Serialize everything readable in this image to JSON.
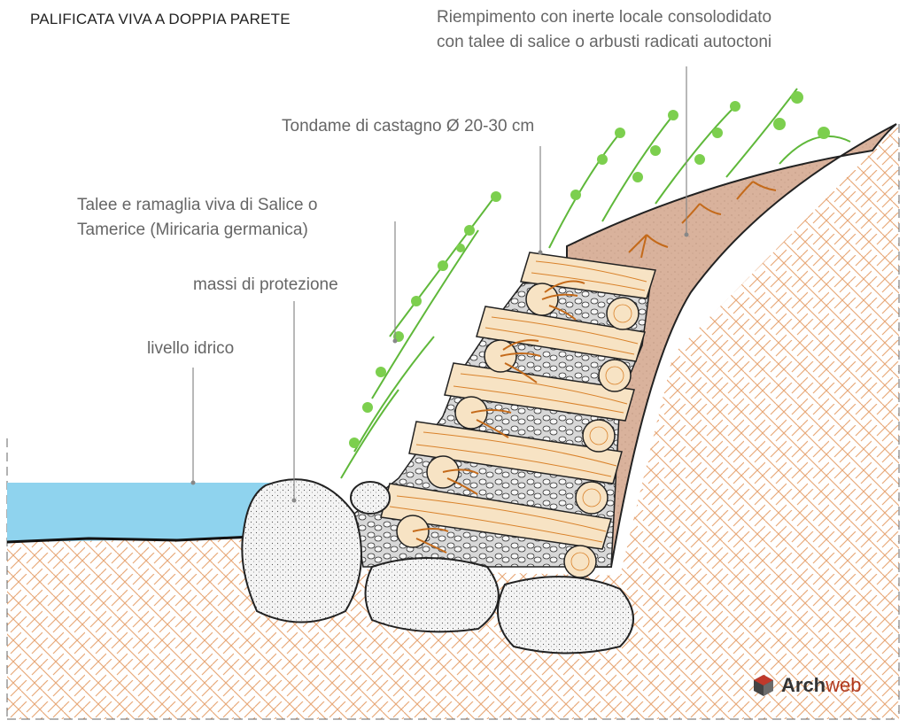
{
  "title": "PALIFICATA VIVA A DOPPIA PARETE",
  "labels": {
    "riempimento_line1": "Riempimento con inerte locale consolodidato",
    "riempimento_line2": "con talee di salice o arbusti radicati autoctoni",
    "tondame": "Tondame di castagno Ø 20-30 cm",
    "talee_line1": "Talee e ramaglia viva di Salice o",
    "talee_line2": "Tamerice (Miricaria germanica)",
    "massi": "massi di protezione",
    "livello": "livello idrico"
  },
  "logo": {
    "part1": "Arch",
    "part2": "web"
  },
  "colors": {
    "water": "#8fd3ee",
    "soil_hatch": "#e8a97a",
    "fill_soil": "#d9b29c",
    "timber": "#f7e3c4",
    "timber_grain": "#d9822b",
    "roots": "#c46a1a",
    "vegetation": "#5fb83a",
    "boulder": "#f2f2f2",
    "leader": "#888888"
  }
}
